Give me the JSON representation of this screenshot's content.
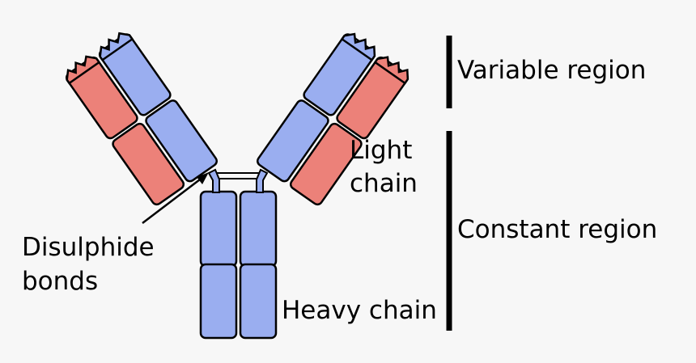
{
  "labels": {
    "variable_region": "Variable region",
    "constant_region": "Constant region",
    "light_chain_line1": "Light",
    "light_chain_line2": "chain",
    "heavy_chain": "Heavy chain",
    "disulphide_line1": "Disulphide",
    "disulphide_line2": "bonds"
  },
  "colors": {
    "heavy_chain_fill": "#9aaef0",
    "light_chain_fill": "#ec8179",
    "outline": "#000000",
    "background": "#f7f7f7"
  }
}
